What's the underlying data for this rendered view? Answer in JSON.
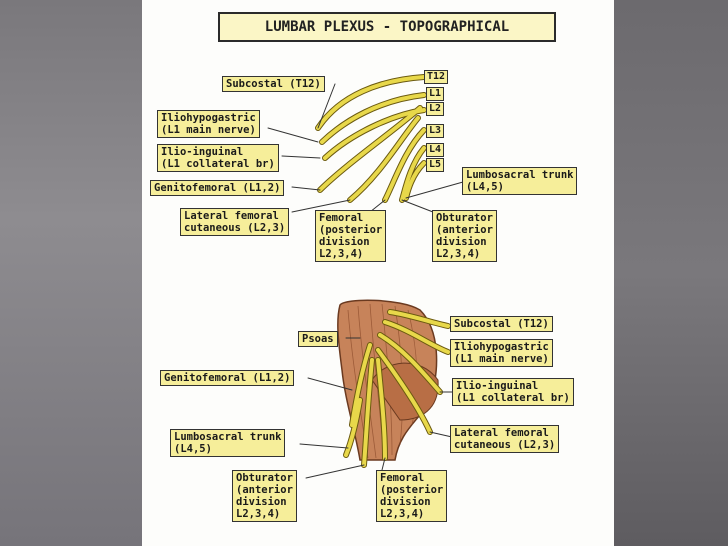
{
  "title": "LUMBAR PLEXUS - TOPOGRAPHICAL",
  "roots": [
    "T12",
    "L1",
    "L2",
    "L3",
    "L4",
    "L5"
  ],
  "top_labels": {
    "subcostal": "Subcostal (T12)",
    "iliohypogastric": "Iliohypogastric\n(L1 main nerve)",
    "ilioinguinal": "Ilio-inguinal\n(L1 collateral br)",
    "genitofemoral": "Genitofemoral (L1,2)",
    "lateral_femoral": "Lateral femoral\ncutaneous (L2,3)",
    "femoral": "Femoral\n(posterior\ndivision\nL2,3,4)",
    "obturator": "Obturator\n(anterior\ndivision\nL2,3,4)",
    "lumbosacral": "Lumbosacral trunk\n(L4,5)"
  },
  "bottom_labels": {
    "psoas": "Psoas",
    "subcostal": "Subcostal (T12)",
    "iliohypogastric": "Iliohypogastric\n(L1 main nerve)",
    "genitofemoral": "Genitofemoral (L1,2)",
    "ilioinguinal": "Ilio-inguinal\n(L1 collateral br)",
    "lumbosacral": "Lumbosacral trunk\n(L4,5)",
    "lateral_femoral": "Lateral femoral\ncutaneous (L2,3)",
    "obturator": "Obturator\n(anterior\ndivision\nL2,3,4)",
    "femoral": "Femoral\n(posterior\ndivision\nL2,3,4)"
  },
  "colors": {
    "nerve": "#e8d84a",
    "nerve_outline": "#6b5a10",
    "label_fill": "#f6ee9a",
    "psoas_muscle": "#c7835a",
    "psoas_stripe": "#8a4a2a"
  }
}
